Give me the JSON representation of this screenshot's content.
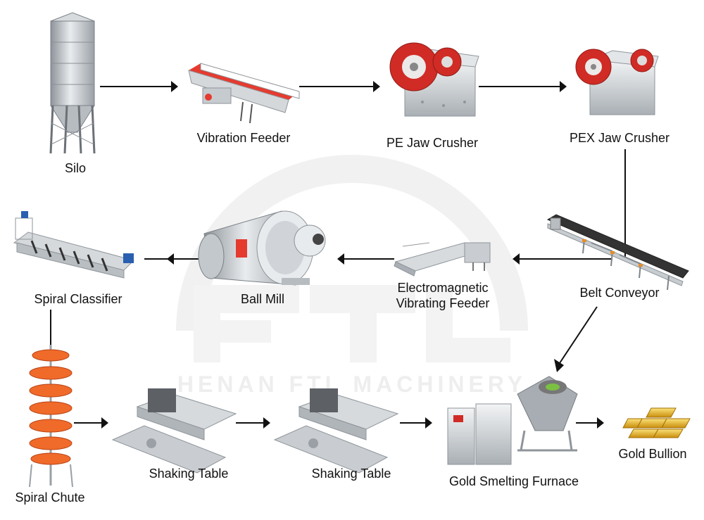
{
  "watermark": {
    "logo_text": "FTL",
    "company": "HENAN FTL MACHINERY"
  },
  "colors": {
    "arrow": "#111111",
    "feeder_trough": "#e53b2f",
    "machine_steel": "#c9cdd1",
    "spiral_orange": "#f06a2a",
    "gold": "#e7b321"
  },
  "equipment": {
    "silo": {
      "label": "Silo",
      "icon": "silo-icon"
    },
    "vibration_feeder": {
      "label": "Vibration Feeder",
      "icon": "vibration-feeder-icon"
    },
    "pe_jaw_crusher": {
      "label": "PE Jaw Crusher",
      "icon": "jaw-crusher-icon"
    },
    "pex_jaw_crusher": {
      "label": "PEX Jaw Crusher",
      "icon": "jaw-crusher-icon"
    },
    "belt_conveyor": {
      "label": "Belt Conveyor",
      "icon": "belt-conveyor-icon"
    },
    "em_feeder": {
      "label_line1": "Electromagnetic",
      "label_line2": "Vibrating Feeder",
      "icon": "electromagnetic-feeder-icon"
    },
    "ball_mill": {
      "label": "Ball Mill",
      "icon": "ball-mill-icon"
    },
    "spiral_classifier": {
      "label": "Spiral Classifier",
      "icon": "spiral-classifier-icon"
    },
    "spiral_chute": {
      "label": "Spiral Chute",
      "icon": "spiral-chute-icon"
    },
    "shaking_table_1": {
      "label": "Shaking Table",
      "icon": "shaking-table-icon"
    },
    "shaking_table_2": {
      "label": "Shaking Table",
      "icon": "shaking-table-icon"
    },
    "smelting_furnace": {
      "label": "Gold Smelting Furnace",
      "icon": "smelting-furnace-icon"
    },
    "gold_bullion": {
      "label": "Gold Bullion",
      "icon": "gold-bullion-icon"
    }
  },
  "flow": [
    [
      "silo",
      "vibration_feeder"
    ],
    [
      "vibration_feeder",
      "pe_jaw_crusher"
    ],
    [
      "pe_jaw_crusher",
      "pex_jaw_crusher"
    ],
    [
      "pex_jaw_crusher",
      "belt_conveyor"
    ],
    [
      "belt_conveyor",
      "em_feeder"
    ],
    [
      "em_feeder",
      "ball_mill"
    ],
    [
      "ball_mill",
      "spiral_classifier"
    ],
    [
      "spiral_classifier",
      "spiral_chute"
    ],
    [
      "spiral_chute",
      "shaking_table_1"
    ],
    [
      "shaking_table_1",
      "shaking_table_2"
    ],
    [
      "shaking_table_2",
      "smelting_furnace"
    ],
    [
      "belt_conveyor",
      "smelting_furnace"
    ],
    [
      "smelting_furnace",
      "gold_bullion"
    ]
  ]
}
